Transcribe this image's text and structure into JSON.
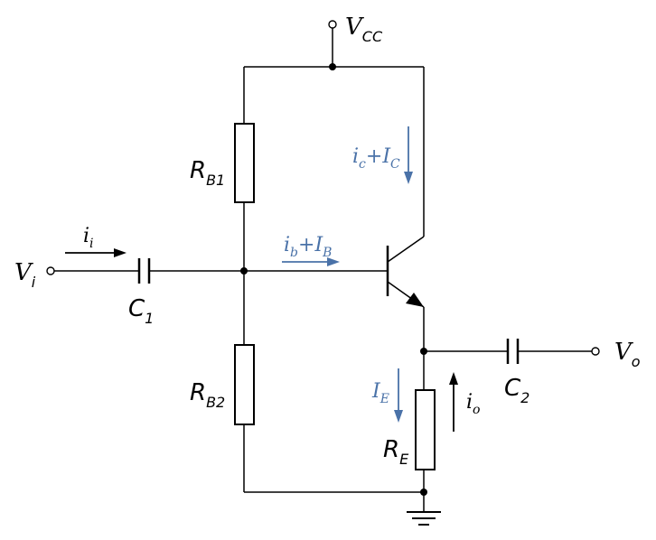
{
  "labels": {
    "vcc": {
      "main": "V",
      "sub": "CC"
    },
    "vi": {
      "main": "V",
      "sub": "i"
    },
    "vo": {
      "main": "V",
      "sub": "o"
    },
    "rb1": {
      "main": "R",
      "sub": "B1"
    },
    "rb2": {
      "main": "R",
      "sub": "B2"
    },
    "re": {
      "main": "R",
      "sub": "E"
    },
    "c1": {
      "main": "C",
      "sub": "1"
    },
    "c2": {
      "main": "C",
      "sub": "2"
    }
  },
  "currents": {
    "ii": {
      "main": "i",
      "sub": "i"
    },
    "ib_IB": {
      "a": "i",
      "a_sub": "b",
      "plus": "+",
      "b": "I",
      "b_sub": "B"
    },
    "ic_IC": {
      "a": "i",
      "a_sub": "c",
      "plus": "+",
      "b": "I",
      "b_sub": "C"
    },
    "IE": {
      "main": "I",
      "sub": "E"
    },
    "io": {
      "main": "i",
      "sub": "o"
    }
  },
  "colors": {
    "wire": "#000000",
    "current_annotation": "#4a72a8"
  }
}
